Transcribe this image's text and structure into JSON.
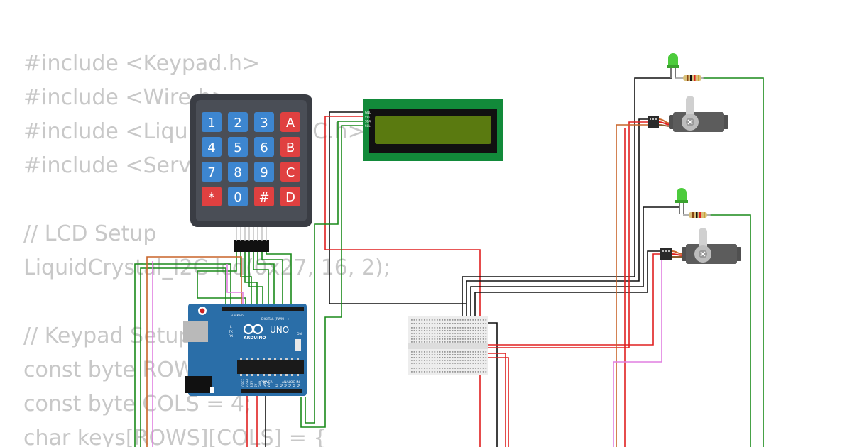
{
  "code": {
    "lines": [
      "#include <Keypad.h>",
      "#include <Wire.h>",
      "#include <LiquidCrystal_I2C.h>",
      "#include <Servo.h>",
      "",
      "// LCD Setup",
      "LiquidCrystal_I2C lcd(0x27, 16, 2);",
      "",
      "// Keypad Setup",
      "const byte ROWS = 4;",
      "const byte COLS = 4;",
      "char keys[ROWS][COLS] = {"
    ]
  },
  "keypad": {
    "keys": [
      [
        "1",
        "2",
        "3",
        "A"
      ],
      [
        "4",
        "5",
        "6",
        "B"
      ],
      [
        "7",
        "8",
        "9",
        "C"
      ],
      [
        "*",
        "0",
        "#",
        "D"
      ]
    ]
  },
  "lcd": {
    "pins": [
      "GND",
      "VCC",
      "SDA",
      "SCL"
    ]
  },
  "arduino": {
    "brand": "ARDUINO",
    "model": "UNO",
    "digital_label": "DIGITAL (PWM ~)",
    "power_label": "POWER",
    "analog_label": "ANALOG IN",
    "on_label": "ON",
    "tx_label": "TX",
    "rx_label": "RX",
    "l_label": "L",
    "aref_label": "AREF",
    "gnd_label": "GND",
    "power_pins": [
      "IOREF",
      "RESET",
      "3.3V",
      "5V",
      "GND",
      "GND",
      "Vin"
    ],
    "analog_pins": [
      "A0",
      "A1",
      "A2",
      "A3",
      "A4",
      "A5"
    ]
  },
  "colors": {
    "code_text": "#c8c8c8",
    "wire_red": "#e02020",
    "wire_black": "#111111",
    "wire_green": "#1a8a1a",
    "wire_pink": "#e07ee0",
    "wire_orange": "#c86428",
    "keypad_body": "#3a3d44",
    "key_blue": "#3d86d0",
    "key_red": "#e04040",
    "lcd_pcb": "#128a3a",
    "lcd_screen": "#5a7a10",
    "arduino_pcb": "#2a6ea8",
    "led_green": "#4ccb3c",
    "servo_body": "#505050"
  }
}
